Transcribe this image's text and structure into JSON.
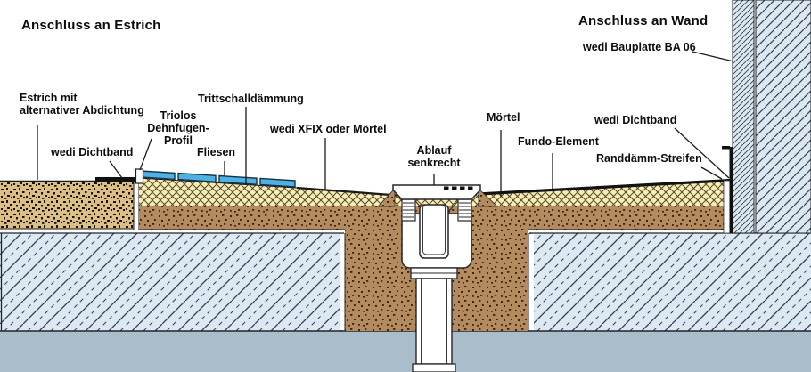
{
  "diagram": {
    "title_left": "Anschluss an Estrich",
    "title_right": "Anschluss an Wand",
    "labels": {
      "estrich": "Estrich mit\nalternativer Abdichtung",
      "dichtband_left": "wedi Dichtband",
      "triolos": "Triolos\nDehnfugen-Profil",
      "trittschall": "Trittschalldämmung",
      "fliesen": "Fliesen",
      "xfix": "wedi XFIX oder Mörtel",
      "ablauf": "Ablauf\nsenkrecht",
      "moertel": "Mörtel",
      "fundo": "Fundo-Element",
      "dichtband_right": "wedi Dichtband",
      "randdaemm": "Randdämm-Streifen",
      "bauplatte": "wedi Bauplatte BA 06"
    },
    "colors": {
      "background": "#ffffff",
      "screed": "#dcbf85",
      "mortar": "#b38b5e",
      "fundo": "#f7edb9",
      "tile": "#4fb0e2",
      "slab": "#dde9f2",
      "slab_line": "#2e3c50",
      "wall": "#d9e8f2",
      "wall_line": "#3c3c44",
      "base": "#a9bdca",
      "ink": "#15120f",
      "text": "#0c0c0c"
    }
  }
}
